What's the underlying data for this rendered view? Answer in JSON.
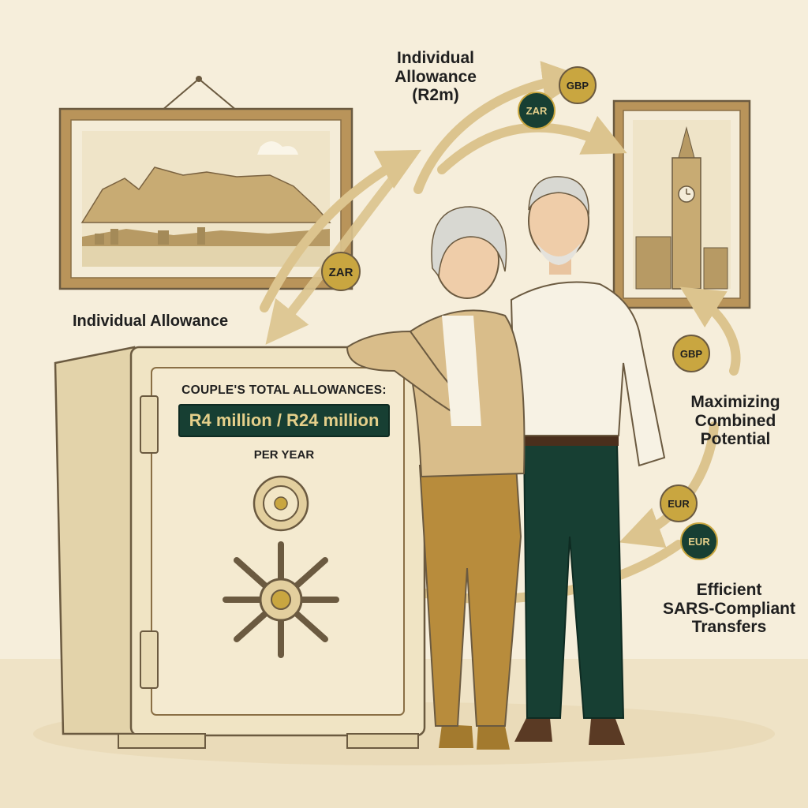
{
  "labels": {
    "top": [
      "Individual",
      "Allowance",
      "(R2m)"
    ],
    "left": "Individual Allowance",
    "right": [
      "Maximizing",
      "Combined",
      "Potential"
    ],
    "bottom": [
      "Efficient",
      "SARS-Compliant",
      "Transfers"
    ]
  },
  "safe": {
    "heading": "COUPLE'S TOTAL ALLOWANCES:",
    "amount": "R4 million / R24 million",
    "subheading": "PER YEAR"
  },
  "coins": {
    "gbp_top": "GBP",
    "zar_top": "ZAR",
    "zar_left": "ZAR",
    "gbp_right": "GBP",
    "eur_gold": "EUR",
    "eur_green": "EUR"
  },
  "colors": {
    "background": "#f6eedb",
    "frame_wood": "#b9945a",
    "safe_body": "#f0e4c4",
    "arrow": "#dcc48e",
    "accent_green": "#173f33",
    "accent_gold": "#c9a640"
  }
}
